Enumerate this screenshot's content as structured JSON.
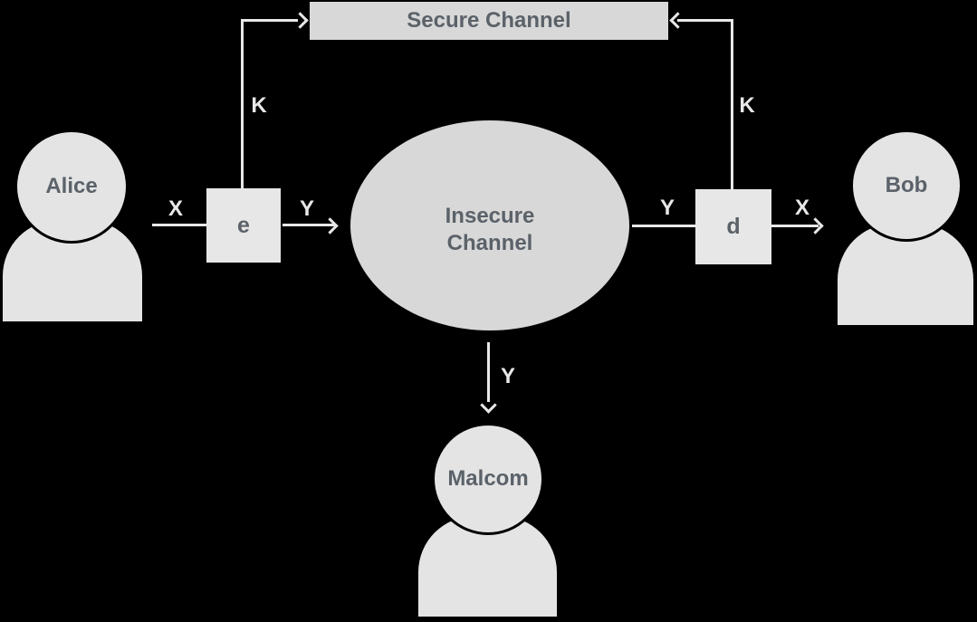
{
  "diagram": {
    "nodes": {
      "secure_channel": {
        "label": "Secure Channel"
      },
      "insecure_channel": {
        "label": "Insecure Channel"
      },
      "encryption_box": {
        "label": "e"
      },
      "decryption_box": {
        "label": "d"
      },
      "alice": {
        "label": "Alice"
      },
      "bob": {
        "label": "Bob"
      },
      "malcom": {
        "label": "Malcom"
      }
    },
    "edge_labels": {
      "x_alice_to_e": "X",
      "y_e_to_channel": "Y",
      "y_channel_to_d": "Y",
      "x_d_to_bob": "X",
      "k_left": "K",
      "k_right": "K",
      "y_channel_to_malcom": "Y"
    },
    "colors": {
      "background": "#000000",
      "person_fill": "#e4e4e4",
      "box_fill": "#e7e7e7",
      "channel_fill": "#d8d8d8",
      "line": "#e8e8e8",
      "text_dark": "#5b6269",
      "text_light": "#e8e8e8"
    }
  }
}
